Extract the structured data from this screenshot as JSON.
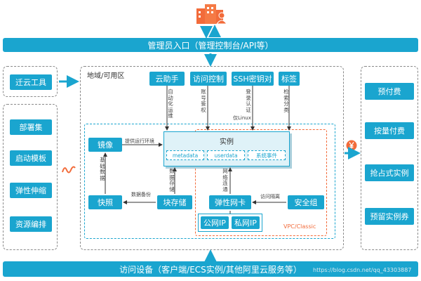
{
  "top_bar": {
    "label": "管理员入口（管理控制台/API等）"
  },
  "bottom_bar": {
    "label": "访问设备（客户端/ECS实例/其他阿里云服务等）"
  },
  "left_tools": {
    "migration_tool": "迁云工具"
  },
  "left_group": {
    "items": [
      "部署集",
      "启动模板",
      "弹性伸缩",
      "资源编排"
    ]
  },
  "region": {
    "title": "地域/可用区"
  },
  "services": {
    "cloud_assistant": "云助手",
    "access_control": "访问控制",
    "ssh_keypair": "SSH密钥对",
    "tags": "标签"
  },
  "vertical_labels": {
    "auto_ops": "自动化运维",
    "account_auth": "账号鉴权",
    "login_auth": "登录认证",
    "linux_only": "仅Linux",
    "search_classify": "检索分类",
    "base_data": "基础数据",
    "data_storage": "数据存储",
    "network_connect": "网络连通"
  },
  "edge_labels": {
    "provide_runtime": "提供运行环境",
    "data_backup": "数据备份",
    "access_isolation": "访问隔离"
  },
  "core": {
    "image": "镜像",
    "instance": "实例",
    "metadata": "metadata",
    "userdata": "userdata",
    "system_events": "系统事件",
    "snapshot": "快照",
    "block_storage": "块存储",
    "eni": "弹性网卡",
    "security_group": "安全组",
    "public_ip": "公网IP",
    "private_ip": "私网IP",
    "vpc_label": "VPC/Classic"
  },
  "billing": {
    "items": [
      "预付费",
      "按量付费",
      "抢占式实例",
      "预留实例券"
    ]
  },
  "watermark": "https://blog.csdn.net/qq_43303887",
  "colors": {
    "primary": "#1aa5cf",
    "accent": "#f26b3a",
    "dash_gray": "#8a8a8a"
  },
  "icons": {
    "top": "building-users-icon",
    "left_link": "wave-icon",
    "billing_link": "yen-coin-icon"
  }
}
